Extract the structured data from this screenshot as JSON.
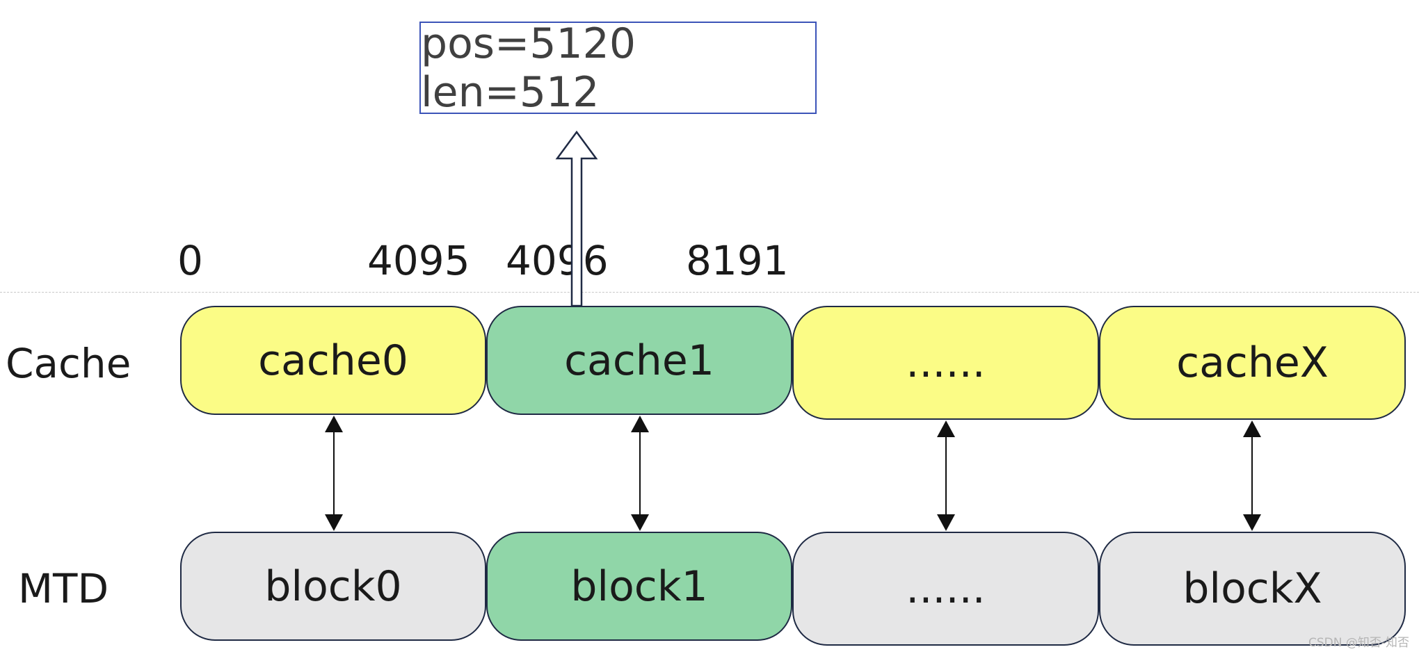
{
  "request": {
    "text": "pos=5120 len=512"
  },
  "ticks": [
    "0",
    "4095",
    "4096",
    "8191"
  ],
  "rows": {
    "cache_label": "Cache",
    "mtd_label": "MTD"
  },
  "cache_cells": [
    "cache0",
    "cache1",
    "......",
    "cacheX"
  ],
  "block_cells": [
    "block0",
    "block1",
    "......",
    "blockX"
  ],
  "colors": {
    "cache_default": "#fbfc86",
    "highlight": "#90d6a8",
    "block_default": "#e6e6e7",
    "border": "#1f2a44",
    "request_border": "#3b53b8"
  },
  "watermark": "CSDN @知否-知否"
}
